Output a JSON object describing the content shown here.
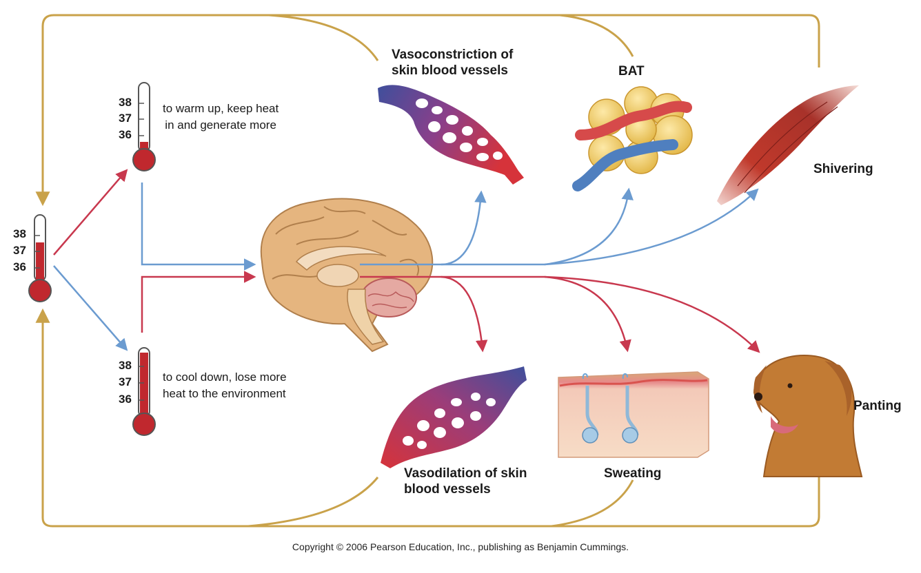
{
  "labels": {
    "vasoconstriction": "Vasoconstriction of\nskin blood vessels",
    "bat": "BAT",
    "shivering": "Shivering",
    "vasodilation": "Vasodilation of skin\nblood vessels",
    "sweating": "Sweating",
    "panting": "Panting",
    "warm_note": "to warm up, keep heat\nin and generate more",
    "cool_note": "to cool down, lose more\nheat to the environment"
  },
  "thermometer_ticks": [
    "38",
    "37",
    "36"
  ],
  "copyright": "Copyright © 2006 Pearson Education, Inc., publishing as Benjamin Cummings.",
  "colors": {
    "feedback_loop": "#c9a24a",
    "warming_path": "#6b9bd0",
    "cooling_path": "#c8384e",
    "mercury": "#c0282e"
  }
}
